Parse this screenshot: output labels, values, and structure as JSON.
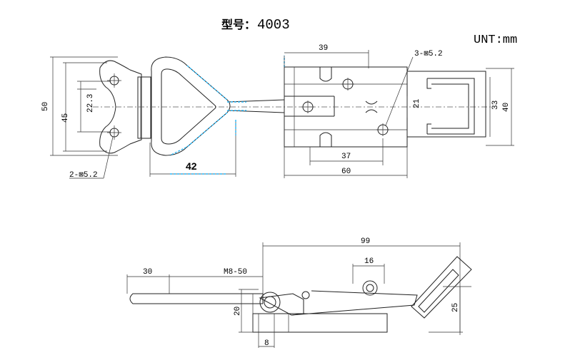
{
  "title": {
    "label": "型号：",
    "model": "4003"
  },
  "unit": "UNT:mm",
  "top_view": {
    "dims": {
      "height_50": "50",
      "height_45": "45",
      "pitch_22_3": "22.3",
      "hole_left": "2-⊠5.2",
      "width_42": "42",
      "width_39": "39",
      "hole_right": "3-⊠5.2",
      "height_21": "21",
      "height_33": "33",
      "height_40": "40",
      "width_37": "37",
      "width_60": "60"
    }
  },
  "side_view": {
    "dims": {
      "length_99": "99",
      "width_16": "16",
      "length_30": "30",
      "thread": "M8-50",
      "height_20": "20",
      "height_25": "25",
      "width_8": "8"
    }
  },
  "colors": {
    "line": "#222222",
    "highlight": "#29b6f6"
  }
}
